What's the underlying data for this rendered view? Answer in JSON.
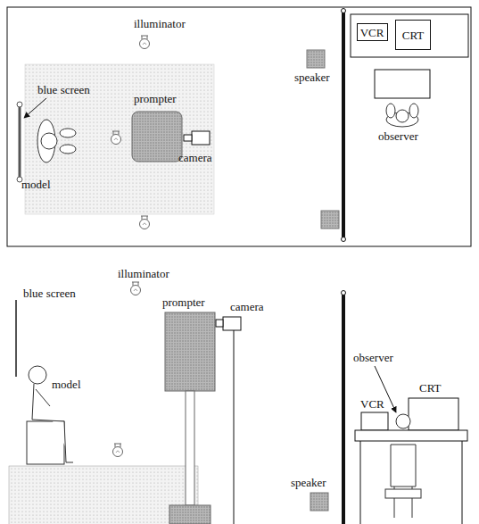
{
  "diagram": {
    "nodes": [
      {
        "text": [
          "VCR"
        ]
      },
      {
        "text": [
          "CRT"
        ]
      }
    ],
    "labels": [
      "illuminator",
      "speaker",
      "blue screen",
      "prompter",
      "model",
      "camera",
      "observer",
      "illuminator",
      "blue screen",
      "prompter",
      "camera",
      "observer",
      "model",
      "CRT",
      "VCR",
      "speaker"
    ]
  }
}
